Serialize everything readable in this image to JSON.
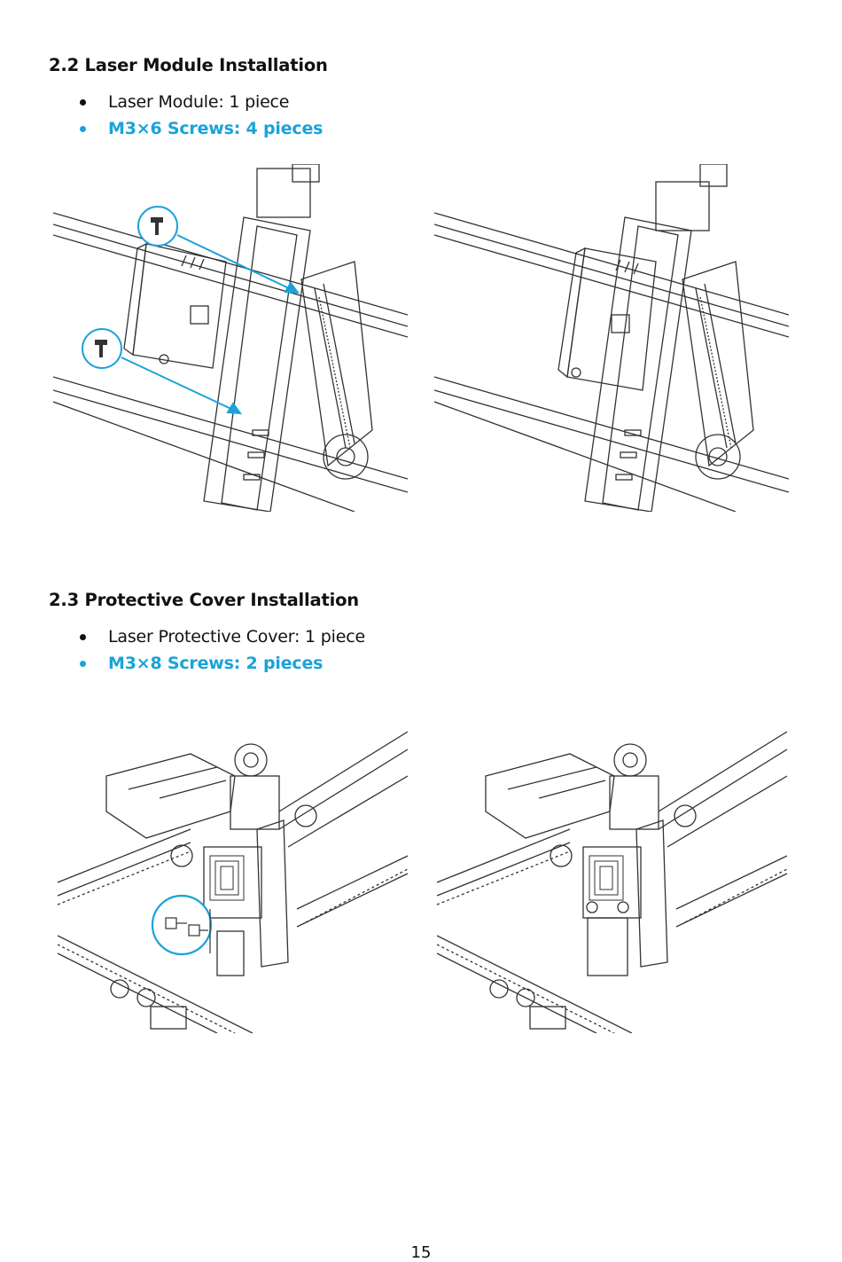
{
  "sections": [
    {
      "title": "2.2 Laser Module Installation",
      "items": [
        {
          "text": "Laser Module: 1 piece",
          "highlight": false
        },
        {
          "text": "M3×6 Screws: 4 pieces",
          "highlight": true
        }
      ],
      "figures": [
        {
          "description_icon": "laser-module-before-install-diagram"
        },
        {
          "description_icon": "laser-module-after-install-diagram"
        }
      ]
    },
    {
      "title": "2.3 Protective Cover Installation",
      "items": [
        {
          "text": "Laser Protective Cover: 1 piece",
          "highlight": false
        },
        {
          "text": "M3×8 Screws: 2 pieces",
          "highlight": true
        }
      ],
      "figures": [
        {
          "description_icon": "protective-cover-before-install-diagram"
        },
        {
          "description_icon": "protective-cover-after-install-diagram"
        }
      ]
    }
  ],
  "page_number": "15",
  "colors": {
    "accent": "#1aa3d9",
    "text": "#111111",
    "line": "#333333"
  }
}
